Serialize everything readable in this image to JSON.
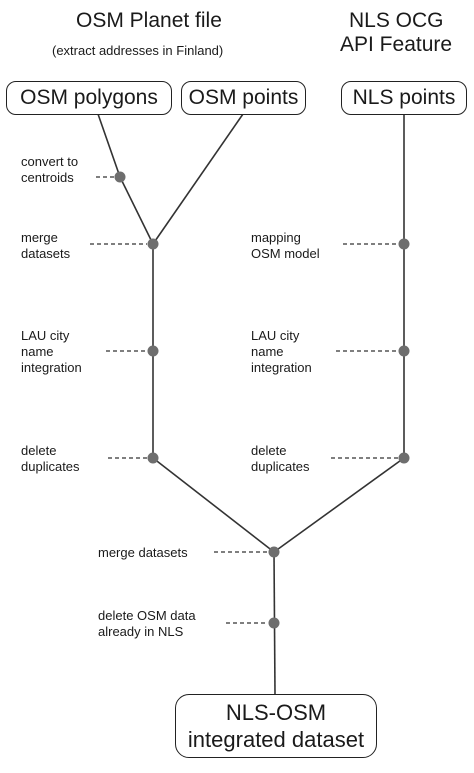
{
  "headers": {
    "osm_title": "OSM Planet file",
    "osm_subtitle": "(extract addresses in Finland)",
    "nls_title_line1": "NLS OCG",
    "nls_title_line2": "API Feature"
  },
  "sources": {
    "osm_polygons": "OSM polygons",
    "osm_points": "OSM points",
    "nls_points": "NLS points"
  },
  "steps": {
    "convert_centroids": [
      "convert to",
      "centroids"
    ],
    "osm_merge": [
      "merge",
      "datasets"
    ],
    "nls_mapping": [
      "mapping",
      "OSM model"
    ],
    "osm_lau": [
      "LAU city",
      "name",
      "integration"
    ],
    "nls_lau": [
      "LAU city",
      "name",
      "integration"
    ],
    "osm_delete_dup": [
      "delete",
      "duplicates"
    ],
    "nls_delete_dup": [
      "delete",
      "duplicates"
    ],
    "final_merge": "merge datasets",
    "delete_osm_in_nls": [
      "delete OSM data",
      "already in NLS"
    ]
  },
  "result": {
    "line1": "NLS-OSM",
    "line2": "integrated dataset"
  },
  "colors": {
    "line": "#333333",
    "node": "#6e6e6e",
    "text": "#1a1a1a"
  }
}
